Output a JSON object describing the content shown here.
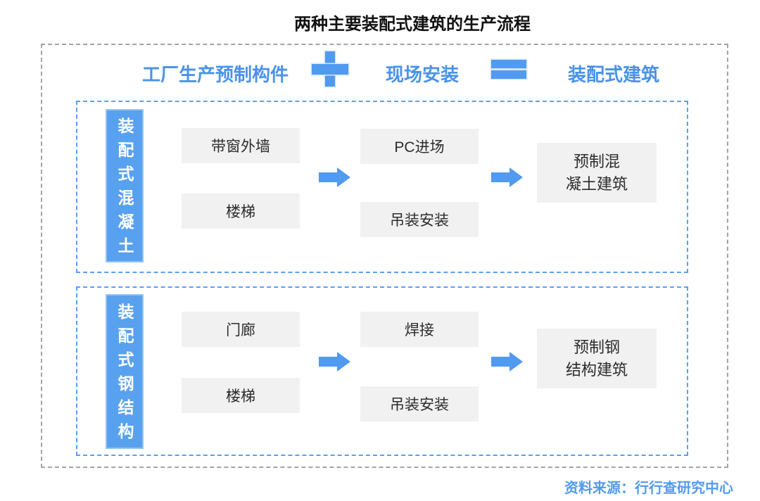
{
  "title": "两种主要装配式建筑的生产流程",
  "colors": {
    "accent_blue": "#4a92ea",
    "shape_blue": "#509af0",
    "label_fill": "#58a1ee",
    "label_border": "#93c3f5",
    "box_gray": "#f1f1f1",
    "outer_dash": "#a3a3a3",
    "inner_dash": "#5b9ff0"
  },
  "header": {
    "factory_label": "工厂生产预制构件",
    "plus_icon": "plus-sign",
    "site_label": "现场安装",
    "equals_icon": "equals-sign",
    "result_label": "装配式建筑"
  },
  "sections": [
    {
      "category": "装配式混凝土",
      "factory_items": [
        "带窗外墙",
        "楼梯"
      ],
      "site_items": [
        "PC进场",
        "吊装安装"
      ],
      "result_lines": [
        "预制混",
        "凝土建筑"
      ]
    },
    {
      "category": "装配式钢结构",
      "factory_items": [
        "门廊",
        "楼梯"
      ],
      "site_items": [
        "焊接",
        "吊装安装"
      ],
      "result_lines": [
        "预制钢",
        "结构建筑"
      ]
    }
  ],
  "footer": {
    "source": "资料来源：行行查研究中心"
  }
}
